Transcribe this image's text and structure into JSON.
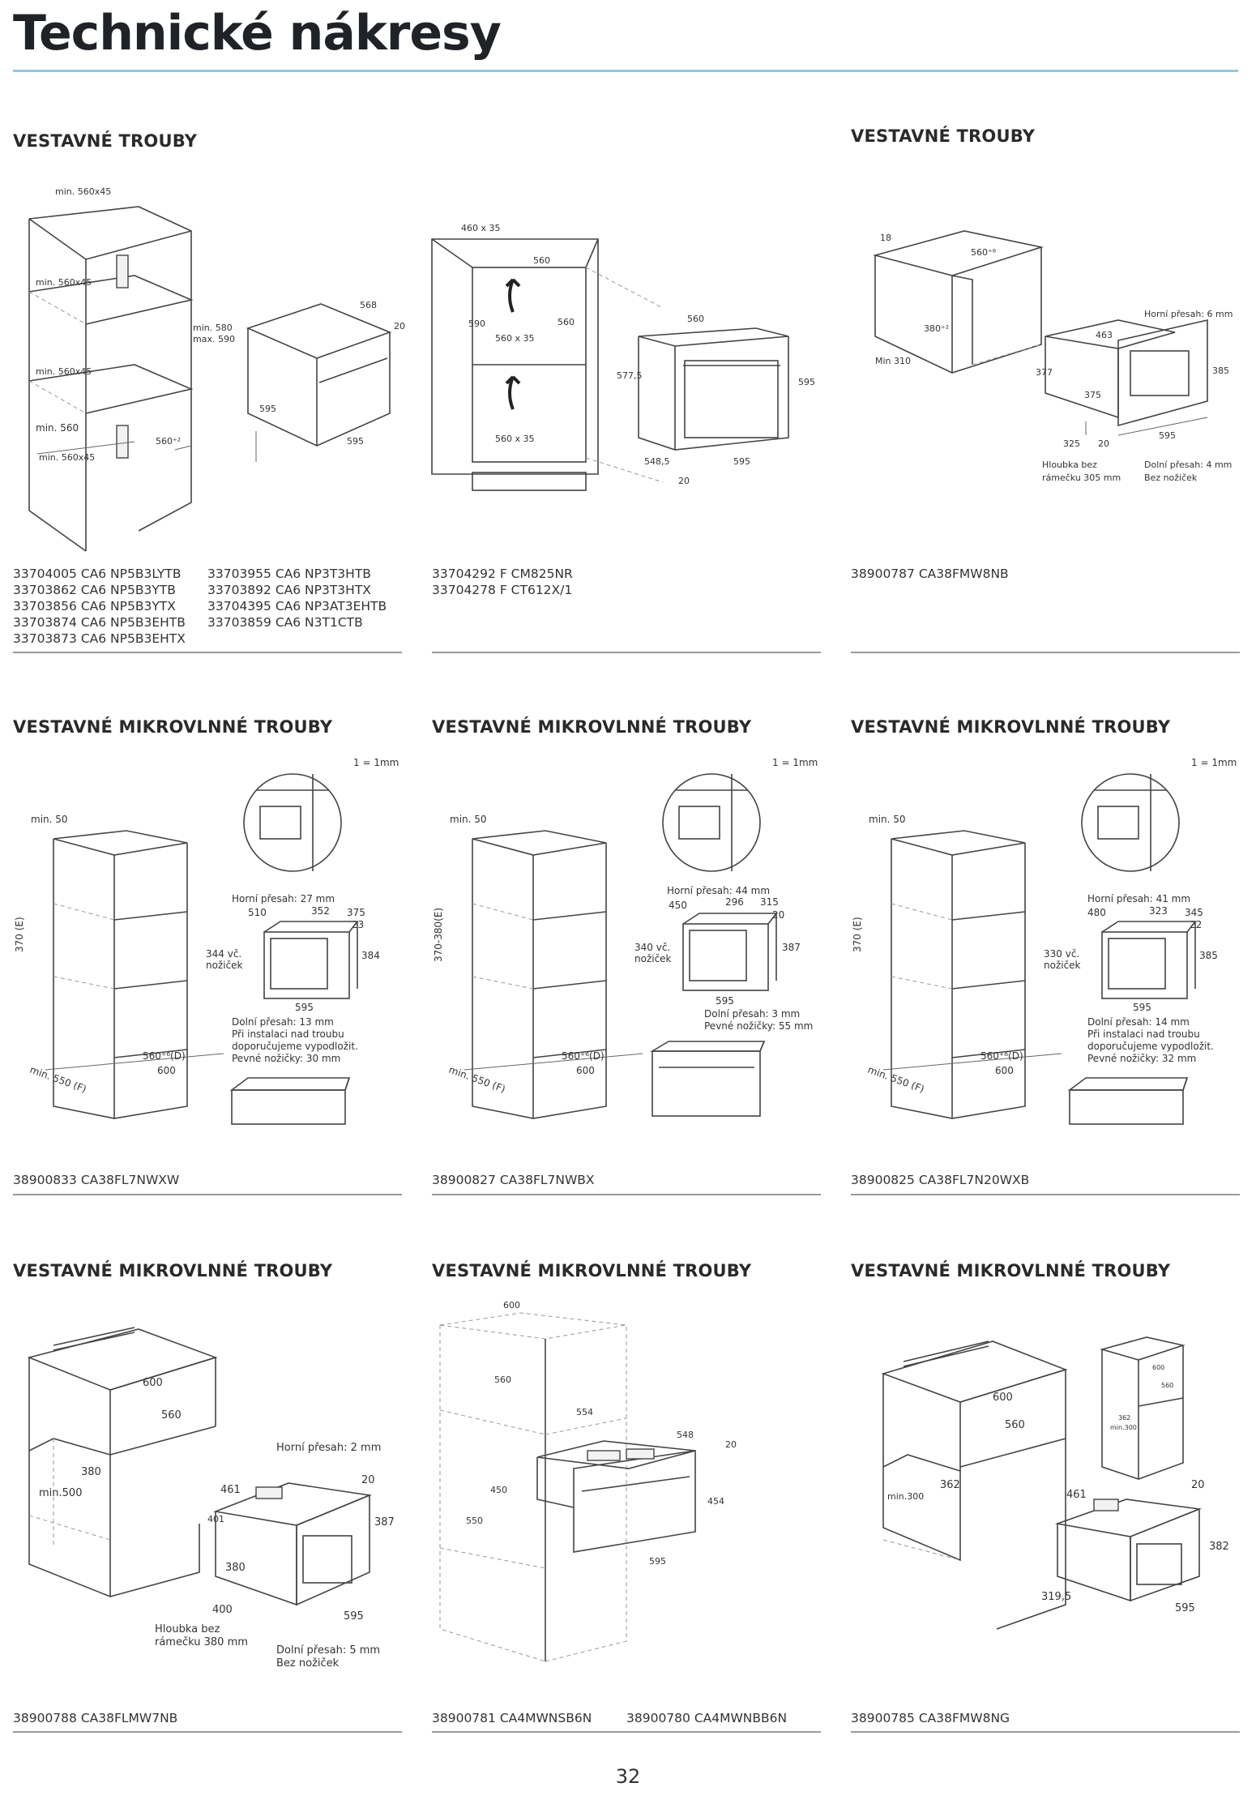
{
  "page": {
    "title": "Technické nákresy",
    "page_number": "32",
    "accent_color": "#8fcbd9"
  },
  "sections": [
    {
      "heading": "VESTAVNÉ TROUBY",
      "codes_col1": [
        "33704005 CA6 NP5B3LYTB",
        "33703862 CA6 NP5B3YTB",
        "33703856 CA6 NP5B3YTX",
        "33703874 CA6 NP5B3EHTB",
        "33703873 CA6 NP5B3EHTX"
      ],
      "codes_col2": [
        "33703955 CA6 NP3T3HTB",
        "33703892 CA6 NP3T3HTX",
        "33704395 CA6 NP3AT3EHTB",
        "33703859 CA6 N3T1CTB"
      ],
      "labels": {
        "min1": "min. 560x45",
        "min2": "min. 560x45",
        "min3": "min. 560x45",
        "min4": "min. 560x45",
        "min560": "min. 560",
        "h_min": "min. 580",
        "h_max": "max. 590",
        "d560": "560⁺²",
        "oven_568": "568",
        "oven_20": "20",
        "oven_595h": "595",
        "oven_595w": "595"
      }
    },
    {
      "heading": "",
      "codes_col1": [
        "33704292 F CM825NR",
        "33704278 F CT612X/1"
      ],
      "labels": {
        "vent": "460 x 35",
        "w560a": "560",
        "w560b": "560",
        "h590": "590",
        "v1": "560 x 35",
        "v2": "560 x 35",
        "o560": "560",
        "o5775": "577,5",
        "o595h": "595",
        "o5485": "548,5",
        "o595w": "595",
        "o20": "20"
      }
    },
    {
      "heading": "VESTAVNÉ TROUBY",
      "codes_col1": [
        "38900787 CA38FMW8NB"
      ],
      "labels": {
        "n18": "18",
        "n560": "560⁺⁸",
        "n380": "380⁺²",
        "nmin310": "Min 310",
        "top_overhang": "Horní přesah: 6 mm",
        "n463": "463",
        "n377": "377",
        "n375": "375",
        "n385": "385",
        "n325": "325",
        "n20": "20",
        "n595": "595",
        "depth_a": "Hloubka bez",
        "depth_b": "rámečku 305 mm",
        "bottom_a": "Dolní přesah: 4 mm",
        "bottom_b": "Bez nožiček"
      }
    },
    {
      "heading": "VESTAVNÉ MIKROVLNNÉ TROUBY",
      "codes_col1": [
        "38900833 CA38FL7NWXW"
      ],
      "labels": {
        "scale": "1 = 1mm",
        "min50": "min. 50",
        "side_e": "370 (E)",
        "base_f": "min. 550 (F)",
        "d560": "560⁺⁶(D)",
        "w600": "600",
        "top_overhang": "Horní přesah: 27 mm",
        "w510": "510",
        "w352": "352",
        "w375": "375",
        "w23": "23",
        "h384": "384",
        "feet_a": "344 vč.",
        "feet_b": "nožiček",
        "w595": "595",
        "bottom1": "Dolní přesah: 13 mm",
        "bottom2": "Při instalaci nad troubu",
        "bottom3": "doporučujeme vypodložit.",
        "bottom4": "Pevné nožičky: 30 mm"
      }
    },
    {
      "heading": "VESTAVNÉ MIKROVLNNÉ TROUBY",
      "codes_col1": [
        "38900827 CA38FL7NWBX"
      ],
      "labels": {
        "scale": "1 = 1mm",
        "min50": "min. 50",
        "side_e": "370-380(E)",
        "base_f": "min. 550 (F)",
        "d560": "560⁺⁶(D)",
        "w600": "600",
        "top_overhang": "Horní přesah: 44 mm",
        "w450": "450",
        "w296": "296",
        "w315": "315",
        "w20": "20",
        "h387": "387",
        "feet_a": "340 vč.",
        "feet_b": "nožiček",
        "w595": "595",
        "bottom1": "Dolní přesah: 3 mm",
        "bottom2": "Pevné nožičky: 55 mm"
      }
    },
    {
      "heading": "VESTAVNÉ MIKROVLNNÉ TROUBY",
      "codes_col1": [
        "38900825 CA38FL7N20WXB"
      ],
      "labels": {
        "scale": "1 = 1mm",
        "min50": "min. 50",
        "side_e": "370 (E)",
        "base_f": "min. 550 (F)",
        "d560": "560⁺⁶(D)",
        "w600": "600",
        "top_overhang": "Horní přesah: 41 mm",
        "w480": "480",
        "w323": "323",
        "w345": "345",
        "w22": "22",
        "h385": "385",
        "feet_a": "330 vč.",
        "feet_b": "nožiček",
        "w595": "595",
        "bottom1": "Dolní přesah: 14 mm",
        "bottom2": "Při instalaci nad troubu",
        "bottom3": "doporučujeme vypodložit.",
        "bottom4": "Pevné nožičky: 32 mm"
      }
    },
    {
      "heading": "VESTAVNÉ MIKROVLNNÉ TROUBY",
      "codes_col1": [
        "38900788 CA38FLMW7NB"
      ],
      "labels": {
        "c600": "600",
        "c560": "560",
        "c380": "380",
        "cmin": "min.500",
        "top_overhang": "Horní přesah: 2 mm",
        "m461": "461",
        "m401": "401",
        "m20": "20",
        "m387": "387",
        "m380": "380",
        "m400": "400",
        "m595": "595",
        "depth_a": "Hloubka bez",
        "depth_b": "rámečku 380 mm",
        "bottom_a": "Dolní přesah: 5 mm",
        "bottom_b": "Bez nožiček"
      }
    },
    {
      "heading": "VESTAVNÉ MIKROVLNNÉ TROUBY",
      "codes_col1": [
        "38900781 CA4MWNSB6N"
      ],
      "codes_col2": [
        "38900780 CA4MWNBB6N"
      ],
      "labels": {
        "c600": "600",
        "c560": "560",
        "c554": "554",
        "c548": "548",
        "c20": "20",
        "c450": "450",
        "c550": "550",
        "c454": "454",
        "c595": "595"
      }
    },
    {
      "heading": "VESTAVNÉ MIKROVLNNÉ TROUBY",
      "codes_col1": [
        "38900785 CA38FMW8NG"
      ],
      "labels": {
        "c600": "600",
        "c560": "560",
        "c362": "362",
        "cmin": "min.300",
        "m461": "461",
        "m20": "20",
        "m382": "382",
        "m3195": "319,5",
        "m595": "595",
        "s600": "600",
        "s560": "560",
        "s362": "362",
        "s300": "min.300"
      }
    }
  ]
}
